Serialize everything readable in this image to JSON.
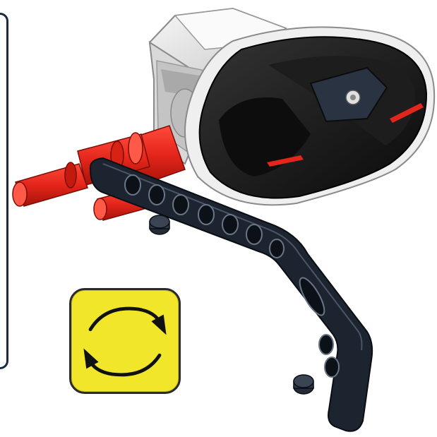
{
  "scene": {
    "subject": "lego-technic-build-step",
    "parts": [
      "ev3-large-motor",
      "red-axle-pins",
      "black-angled-beam",
      "black-pins"
    ],
    "callout_icon": "rotate-model-icon"
  },
  "colors": {
    "background": "#ffffff",
    "frame": "#1b2940",
    "motor_light": "#e8e8e8",
    "motor_mid": "#bdbdbd",
    "motor_dark": "#151515",
    "accent_red": "#e4251b",
    "beam": "#1c2430",
    "badge": "#f2e62a"
  }
}
